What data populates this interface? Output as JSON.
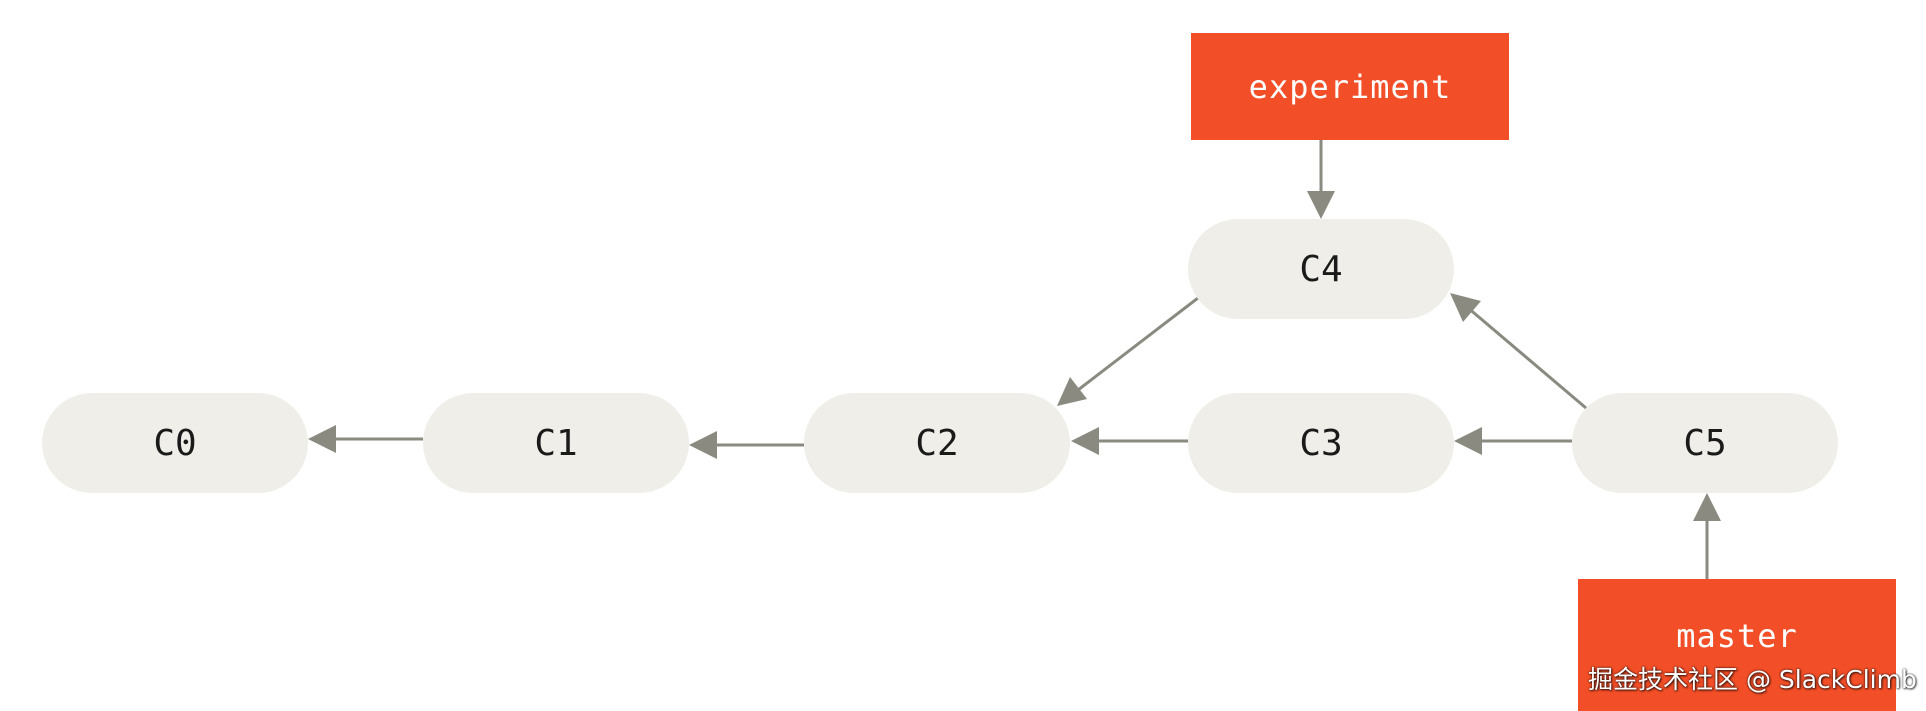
{
  "colors": {
    "commit_fill": "#efeee9",
    "branch_fill": "#f24e27",
    "arrow": "#8a8a80",
    "commit_text": "#1a1a1a",
    "branch_text": "#ffffff"
  },
  "commits": {
    "c0": "C0",
    "c1": "C1",
    "c2": "C2",
    "c3": "C3",
    "c4": "C4",
    "c5": "C5"
  },
  "branches": {
    "experiment": "experiment",
    "master": "master"
  },
  "edges": [
    {
      "from": "C1",
      "to": "C0"
    },
    {
      "from": "C2",
      "to": "C1"
    },
    {
      "from": "C3",
      "to": "C2"
    },
    {
      "from": "C4",
      "to": "C2"
    },
    {
      "from": "C5",
      "to": "C3"
    },
    {
      "from": "C5",
      "to": "C4"
    },
    {
      "from": "experiment",
      "to": "C4"
    },
    {
      "from": "master",
      "to": "C5"
    }
  ],
  "watermark": "掘金技术社区 @ SlackClimb"
}
